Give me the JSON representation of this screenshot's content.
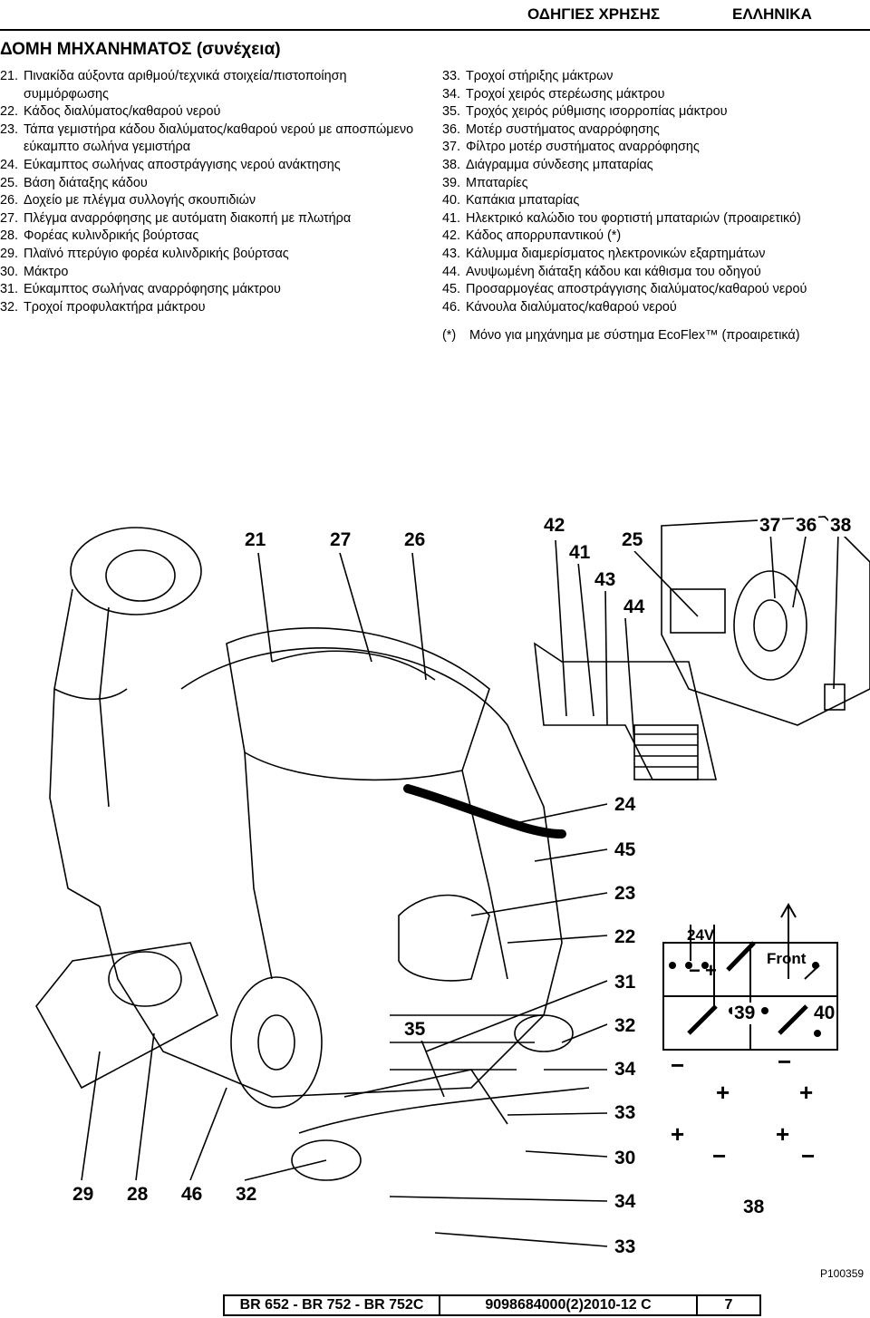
{
  "header": {
    "left": "ΟΔΗΓΙΕΣ ΧΡΗΣΗΣ",
    "right": "ΕΛΛΗΝΙΚΑ"
  },
  "section_title": "ΔΟΜΗ ΜΗΧΑΝΗΜΑΤΟΣ (συνέχεια)",
  "left_items": [
    {
      "num": "21.",
      "text": "Πινακίδα αύξοντα αριθμού/τεχνικά στοιχεία/πιστοποίηση συμμόρφωσης"
    },
    {
      "num": "22.",
      "text": "Κάδος διαλύματος/καθαρού νερού"
    },
    {
      "num": "23.",
      "text": "Τάπα γεμιστήρα κάδου διαλύματος/καθαρού νερού με αποσπώμενο εύκαμπτο σωλήνα γεμιστήρα"
    },
    {
      "num": "24.",
      "text": "Εύκαμπτος σωλήνας αποστράγγισης νερού ανάκτησης"
    },
    {
      "num": "25.",
      "text": "Βάση διάταξης κάδου"
    },
    {
      "num": "26.",
      "text": "Δοχείο με πλέγμα συλλογής σκουπιδιών"
    },
    {
      "num": "27.",
      "text": "Πλέγμα αναρρόφησης με αυτόματη διακοπή με πλωτήρα"
    },
    {
      "num": "28.",
      "text": "Φορέας κυλινδρικής βούρτσας"
    },
    {
      "num": "29.",
      "text": "Πλαϊνό πτερύγιο φορέα κυλινδρικής βούρτσας"
    },
    {
      "num": "30.",
      "text": "Μάκτρο"
    },
    {
      "num": "31.",
      "text": "Εύκαμπτος σωλήνας αναρρόφησης μάκτρου"
    },
    {
      "num": "32.",
      "text": "Τροχοί προφυλακτήρα μάκτρου"
    }
  ],
  "right_items": [
    {
      "num": "33.",
      "text": "Τροχοί στήριξης μάκτρων"
    },
    {
      "num": "34.",
      "text": "Τροχοί χειρός στερέωσης μάκτρου"
    },
    {
      "num": "35.",
      "text": "Τροχός χειρός ρύθμισης ισορροπίας μάκτρου"
    },
    {
      "num": "36.",
      "text": "Μοτέρ συστήματος αναρρόφησης"
    },
    {
      "num": "37.",
      "text": "Φίλτρο μοτέρ συστήματος αναρρόφησης"
    },
    {
      "num": "38.",
      "text": "Διάγραμμα σύνδεσης μπαταρίας"
    },
    {
      "num": "39.",
      "text": "Μπαταρίες"
    },
    {
      "num": "40.",
      "text": "Καπάκια μπαταρίας"
    },
    {
      "num": "41.",
      "text": "Ηλεκτρικό καλώδιο του φορτιστή μπαταριών (προαιρετικό)"
    },
    {
      "num": "42.",
      "text": "Κάδος απορρυπαντικού (*)"
    },
    {
      "num": "43.",
      "text": "Κάλυμμα διαμερίσματος ηλεκτρονικών εξαρτημάτων"
    },
    {
      "num": "44.",
      "text": "Ανυψωμένη διάταξη κάδου και κάθισμα του οδηγού"
    },
    {
      "num": "45.",
      "text": "Προσαρμογέας αποστράγγισης διαλύματος/καθαρού νερού"
    },
    {
      "num": "46.",
      "text": "Κάνουλα διαλύματος/καθαρού νερού"
    }
  ],
  "note": {
    "mark": "(*)",
    "text": "Μόνο για μηχάνημα με σύστημα EcoFlex™ (προαιρετικά)"
  },
  "callouts": {
    "c21": "21",
    "c27": "27",
    "c26": "26",
    "c42": "42",
    "c41": "41",
    "c25": "25",
    "c43": "43",
    "c44": "44",
    "c37": "37",
    "c36": "36",
    "c38": "38",
    "c24": "24",
    "c45": "45",
    "c23": "23",
    "c22": "22",
    "c31": "31",
    "c32": "32",
    "c34a": "34",
    "c33a": "33",
    "c30": "30",
    "c34b": "34",
    "c33b": "33",
    "c35": "35",
    "c29": "29",
    "c28": "28",
    "c46": "46",
    "c32b": "32",
    "c39": "39",
    "c40": "40",
    "c38b": "38"
  },
  "battery_diagram": {
    "voltage": "24V",
    "front": "Front",
    "minus": "−",
    "plus": "+"
  },
  "figure_code": "P100359",
  "footer": {
    "models": "BR 652 - BR 752 - BR 752C",
    "doc_code": "9098684000(2)2010-12 C",
    "page": "7"
  }
}
